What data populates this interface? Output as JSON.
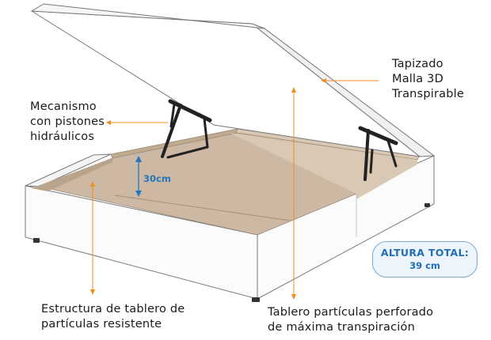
{
  "labels": {
    "upholstery": [
      "Tapizado",
      "Malla 3D",
      "Transpirable"
    ],
    "mechanism": [
      "Mecanismo",
      "con pistones",
      "hidráulicos"
    ],
    "structure": [
      "Estructura de tablero de",
      "partículas resistente"
    ],
    "base_board": [
      "Tablero partículas perforado",
      "de máxima transpiración"
    ]
  },
  "dimension": {
    "label": "30cm"
  },
  "total_height": {
    "title": "ALTURA TOTAL:",
    "value": "39 cm"
  },
  "colors": {
    "callout_line": "#f28c1e",
    "dimension": "#2277bb",
    "badge_text": "#1f6fb8",
    "board": "#cdb9a3",
    "frame_outline": "#7a7a7a"
  },
  "icons": [
    "hydraulic-piston-icon",
    "dimension-arrow-icon"
  ]
}
